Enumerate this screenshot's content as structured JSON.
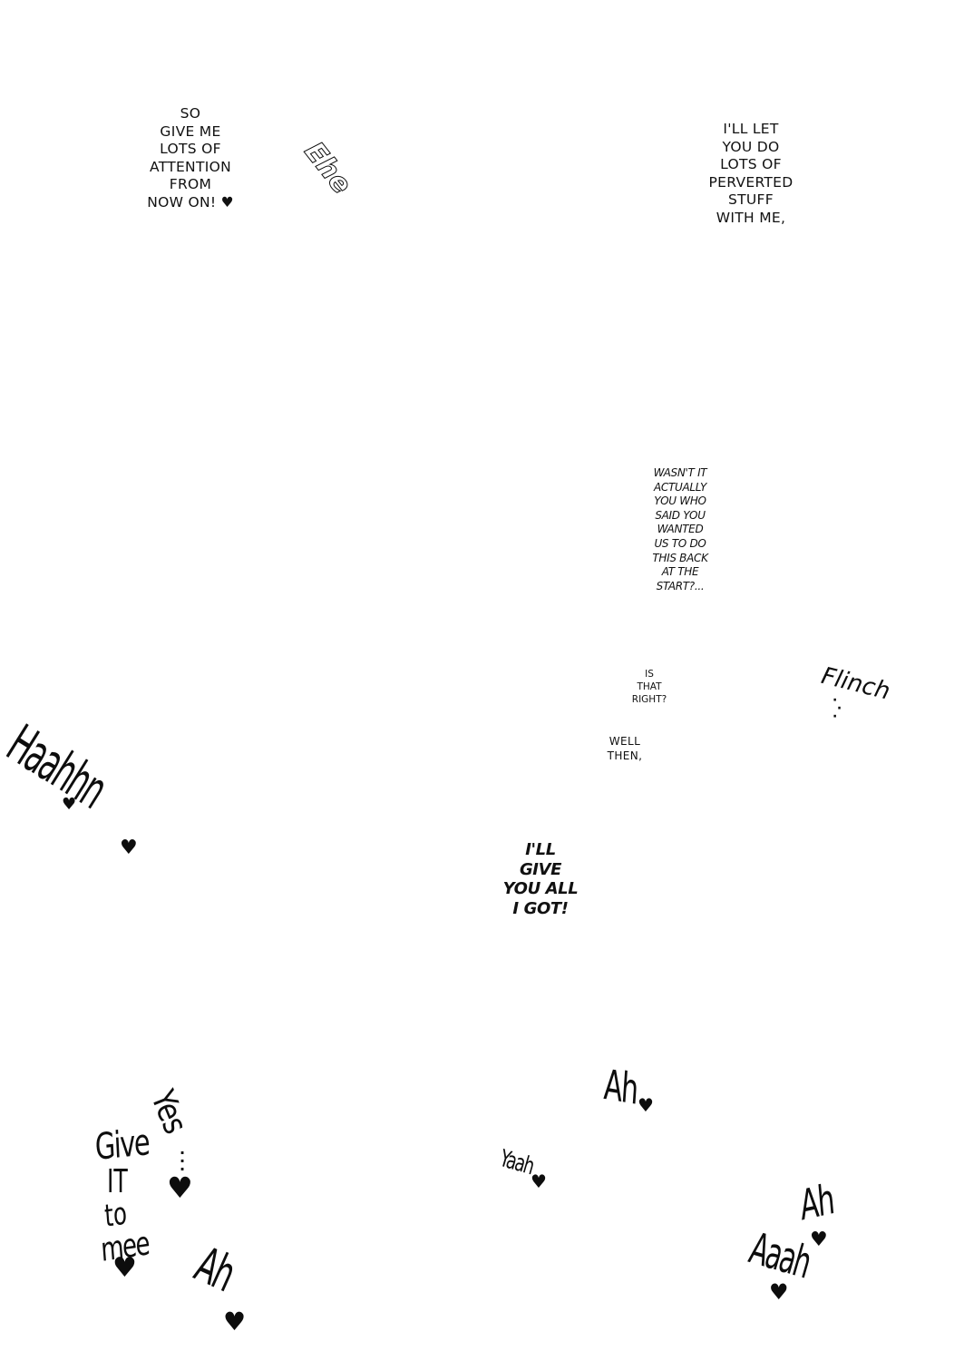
{
  "dialogue": {
    "bubble_1": "SO\nGIVE ME\nLOTS OF\nATTENTION\nFROM\nNOW ON! ♥",
    "bubble_2": "I'LL LET\nYOU DO\nLOTS OF\nPERVERTED\nSTUFF\nWITH ME,",
    "bubble_3": "WASN'T IT\nACTUALLY\nYOU WHO\nSAID YOU\nWANTED\nUS TO DO\nTHIS BACK\nAT THE\nSTART?...",
    "bubble_4": "IS\nTHAT\nRIGHT?",
    "bubble_5": "WELL\nTHEN,",
    "bubble_6": "I'LL\nGIVE\nYOU ALL\nI GOT!"
  },
  "sound_effects": {
    "eeh": "Ehe",
    "flinch": "Flinch",
    "haaahnn": "Haahhn",
    "ah_1": "Ah",
    "yaah": "Yaah",
    "yes": "Yes",
    "give_it": "Give",
    "give_it_2": "IT",
    "give_it_3": "to",
    "give_it_4": "mee",
    "ahh_bottom": "Ah",
    "ah_2": "Ah",
    "aaah": "Aaah"
  }
}
